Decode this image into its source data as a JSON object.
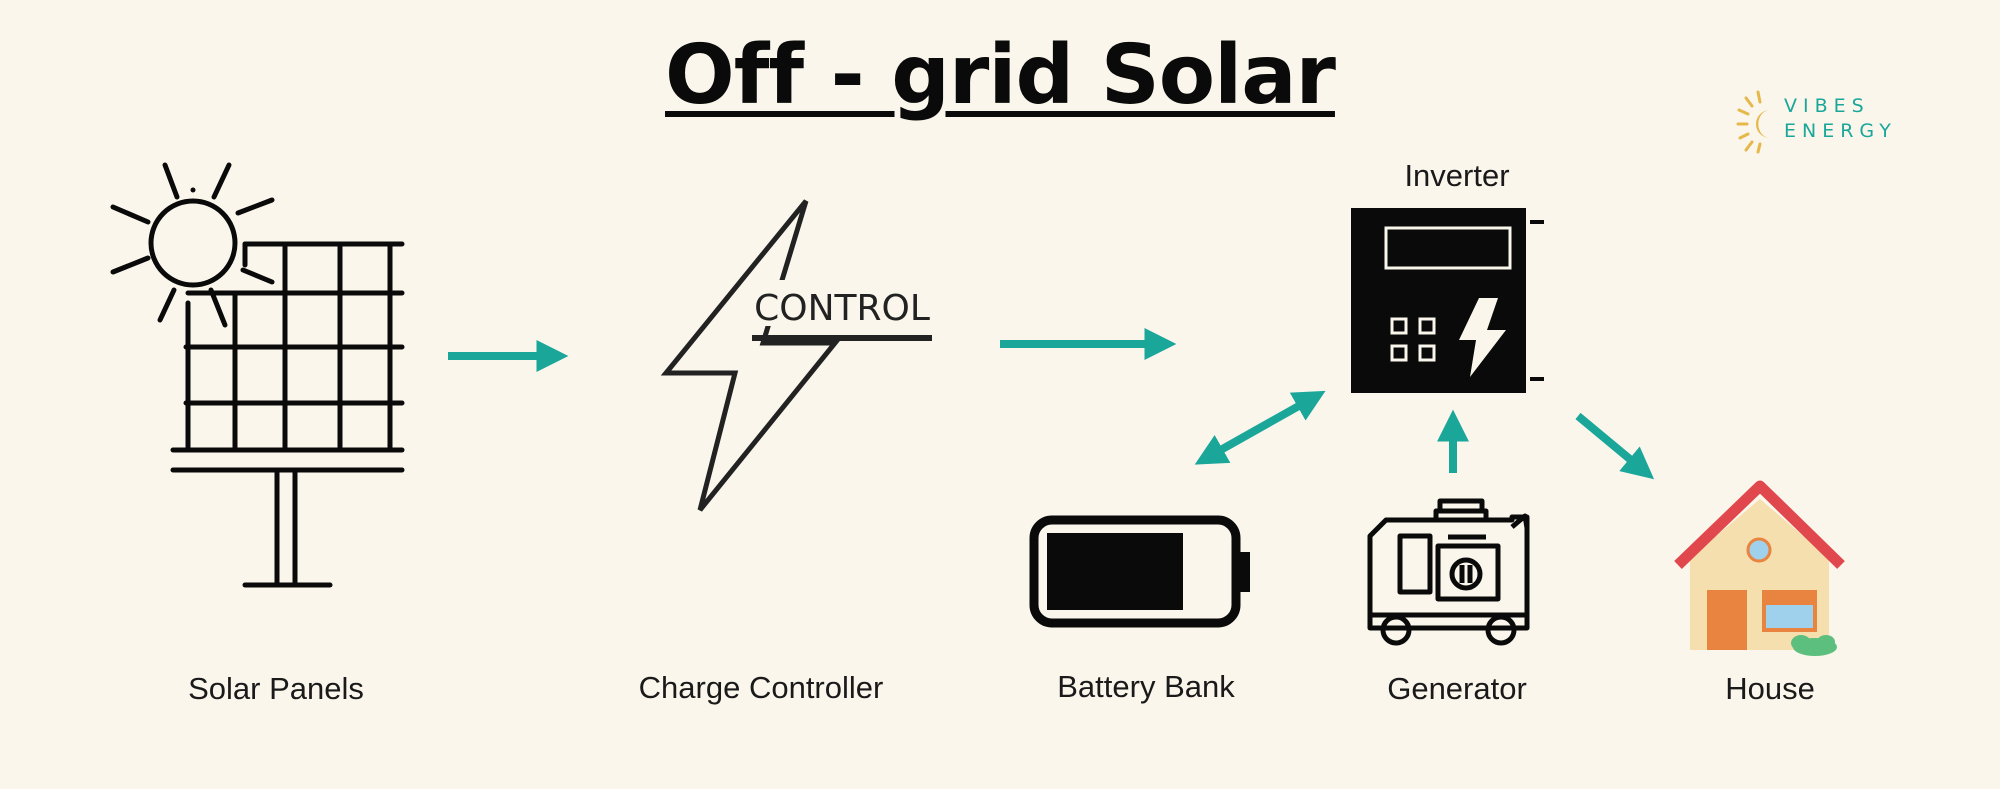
{
  "title": "Off - grid Solar",
  "brand": {
    "line1": "VIBES",
    "line2": "ENERGY",
    "icon": "sun-moon-logo-icon"
  },
  "colors": {
    "background": "#faf6ec",
    "arrow": "#1aa79a",
    "ink": "#0a0a0a",
    "brand": "#1aa79a",
    "logo_sun": "#e6b84a"
  },
  "components": {
    "solar_panels": {
      "label": "Solar Panels",
      "icon": "solar-panel-icon"
    },
    "charge_controller": {
      "label": "Charge Controller",
      "icon": "lightning-bolt-icon",
      "icon_text": "CONTROL"
    },
    "inverter": {
      "label": "Inverter",
      "icon": "inverter-icon"
    },
    "battery_bank": {
      "label": "Battery Bank",
      "icon": "battery-icon"
    },
    "generator": {
      "label": "Generator",
      "icon": "generator-icon"
    },
    "house": {
      "label": "House",
      "icon": "house-icon"
    }
  },
  "connections": [
    {
      "from": "Solar Panels",
      "to": "Charge Controller",
      "direction": "one-way"
    },
    {
      "from": "Charge Controller",
      "to": "Inverter",
      "direction": "one-way"
    },
    {
      "from": "Battery Bank",
      "to": "Inverter",
      "direction": "two-way"
    },
    {
      "from": "Generator",
      "to": "Inverter",
      "direction": "one-way"
    },
    {
      "from": "Inverter",
      "to": "House",
      "direction": "one-way"
    }
  ]
}
